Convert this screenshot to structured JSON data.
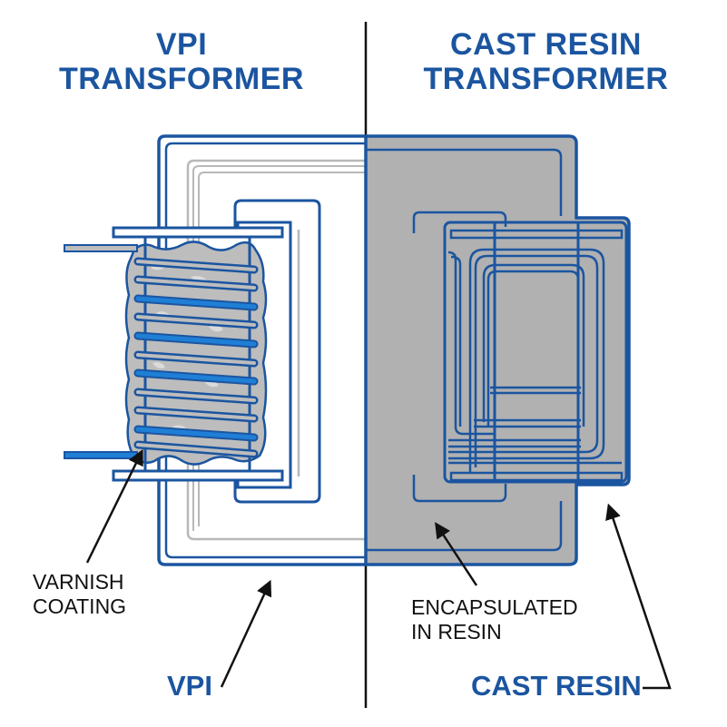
{
  "titles": {
    "left": "VPI TRANSFORMER",
    "right": "CAST RESIN TRANSFORMER"
  },
  "annotations": {
    "varnish_line1": "VARNISH",
    "varnish_line2": "COATING",
    "encapsulated_line1": "ENCAPSULATED",
    "encapsulated_line2": "IN RESIN",
    "vpi": "VPI",
    "cast_resin": "CAST RESIN"
  },
  "colors": {
    "blue_line": "#1b55a0",
    "bright_blue_wire": "#1f7fd6",
    "resin_gray": "#b1b1b1",
    "varnish_gray": "#bdbdbd",
    "light_gray_line": "#b8b8b8",
    "arrow": "#111111"
  }
}
